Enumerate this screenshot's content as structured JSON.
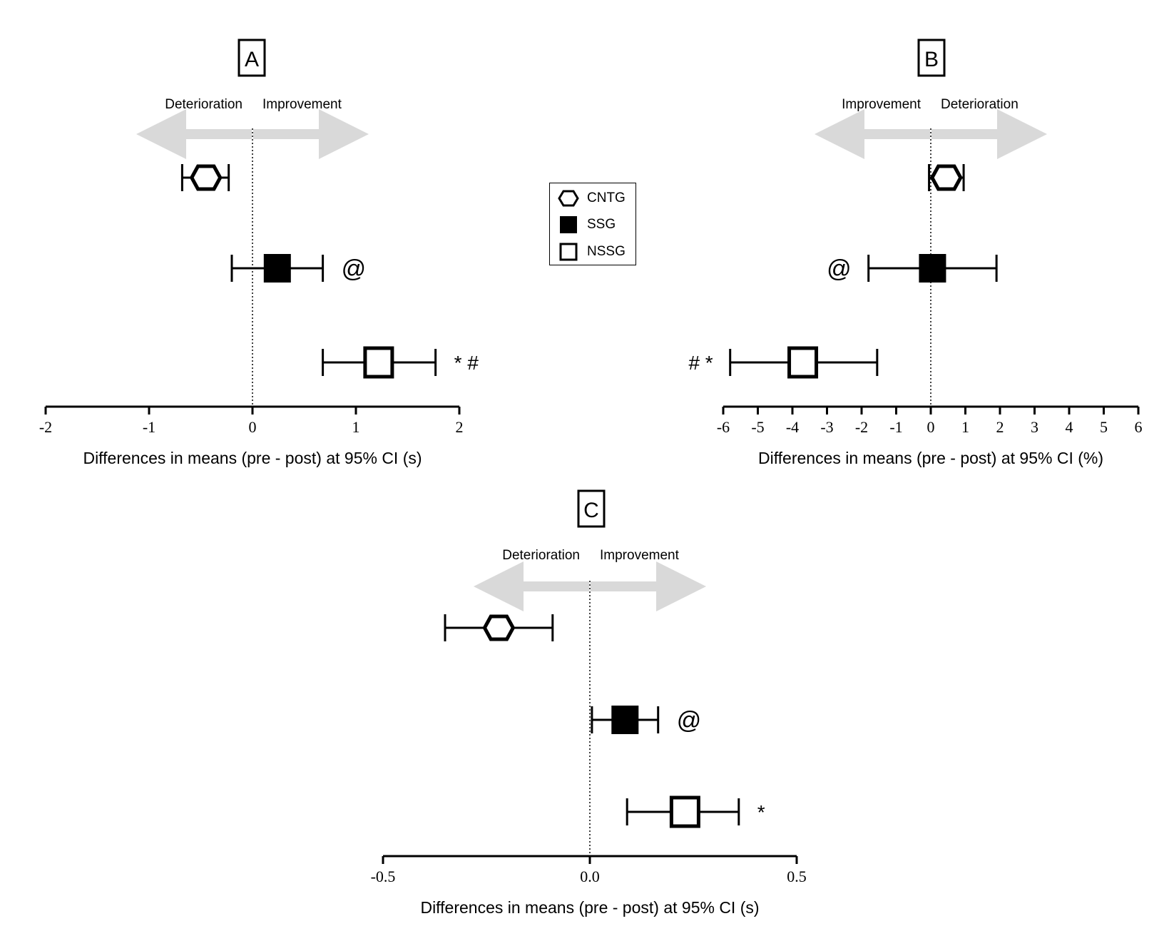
{
  "legend": {
    "items": [
      {
        "name": "CNTG",
        "marker": "hexagon-icon",
        "fill": "#ffffff"
      },
      {
        "name": "SSG",
        "marker": "square-filled-icon",
        "fill": "#000000"
      },
      {
        "name": "NSSG",
        "marker": "square-open-icon",
        "fill": "#ffffff"
      }
    ]
  },
  "colors": {
    "ink": "#000000",
    "arrow": "#d9d9d9",
    "background": "#ffffff"
  },
  "chart_data": [
    {
      "type": "forest",
      "panel_label": "A",
      "left_direction": "Deterioration",
      "right_direction": "Improvement",
      "xlabel": "Differences in means (pre - post) at 95% CI (s)",
      "xlim": [
        -2,
        2
      ],
      "ticks": [
        -2,
        -1,
        0,
        1,
        2
      ],
      "tick_labels": [
        "-2",
        "-1",
        "0",
        "1",
        "2"
      ],
      "series": [
        {
          "name": "CNTG",
          "mean": -0.45,
          "lower": -0.68,
          "upper": -0.23,
          "annotation": ""
        },
        {
          "name": "SSG",
          "mean": 0.24,
          "lower": -0.2,
          "upper": 0.68,
          "annotation": "@"
        },
        {
          "name": "NSSG",
          "mean": 1.22,
          "lower": 0.68,
          "upper": 1.77,
          "annotation": "* #"
        }
      ]
    },
    {
      "type": "forest",
      "panel_label": "B",
      "left_direction": "Improvement",
      "right_direction": "Deterioration",
      "xlabel": "Differences in means (pre - post) at 95% CI (%)",
      "xlim": [
        -6,
        6
      ],
      "ticks": [
        -6,
        -5,
        -4,
        -3,
        -2,
        -1,
        0,
        1,
        2,
        3,
        4,
        5,
        6
      ],
      "tick_labels": [
        "-6",
        "-5",
        "-4",
        "-3",
        "-2",
        "-1",
        "0",
        "1",
        "2",
        "3",
        "4",
        "5",
        "6"
      ],
      "series": [
        {
          "name": "CNTG",
          "mean": 0.45,
          "lower": -0.05,
          "upper": 0.95,
          "annotation": ""
        },
        {
          "name": "SSG",
          "mean": 0.05,
          "lower": -1.8,
          "upper": 1.9,
          "annotation": "@"
        },
        {
          "name": "NSSG",
          "mean": -3.7,
          "lower": -5.8,
          "upper": -1.55,
          "annotation": "# *"
        }
      ]
    },
    {
      "type": "forest",
      "panel_label": "C",
      "left_direction": "Deterioration",
      "right_direction": "Improvement",
      "xlabel": "Differences in means (pre - post) at 95% CI (s)",
      "xlim": [
        -0.5,
        0.5
      ],
      "ticks": [
        -0.5,
        0.0,
        0.5
      ],
      "tick_labels": [
        "-0.5",
        "0.0",
        "0.5"
      ],
      "series": [
        {
          "name": "CNTG",
          "mean": -0.22,
          "lower": -0.35,
          "upper": -0.09,
          "annotation": ""
        },
        {
          "name": "SSG",
          "mean": 0.085,
          "lower": 0.005,
          "upper": 0.165,
          "annotation": "@"
        },
        {
          "name": "NSSG",
          "mean": 0.23,
          "lower": 0.09,
          "upper": 0.36,
          "annotation": "*"
        }
      ]
    }
  ]
}
